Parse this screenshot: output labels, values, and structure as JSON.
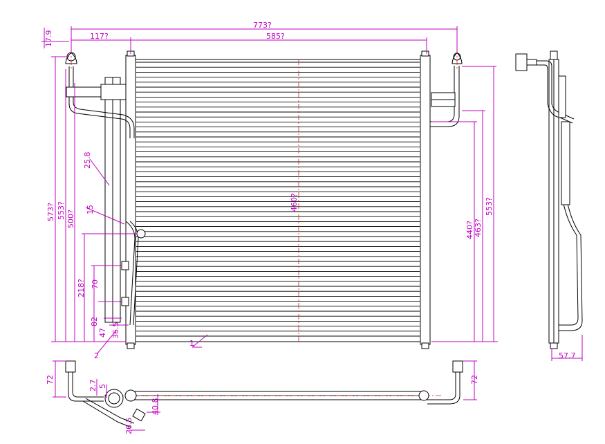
{
  "colors": {
    "dimension": "#c000c0",
    "outline": "#000000",
    "centerline": "#d02020"
  },
  "front_view": {
    "overall_width": "773?",
    "left_offset": "117?",
    "core_width": "585?",
    "overall_height_left": "573?",
    "height_left_2": "553?",
    "height_left_3": "500?",
    "core_height_center": "460?",
    "height_right_1": "440?",
    "height_right_2": "463?",
    "height_right_3": "553?",
    "small_top_left": "17.9",
    "pipe_dim_1": "25.8",
    "pipe_dim_2": "15",
    "dim_218": "218?",
    "dim_70": "70",
    "dim_82": "82",
    "dim_47": "47",
    "dim_36": "36.5",
    "part_label_1": "1",
    "part_label_2": "2"
  },
  "bottom_view": {
    "left_height": "72",
    "right_height": "72",
    "dim_27": "2.7",
    "dim_5": "5",
    "dim_408": "40.8",
    "dim_265": "26.5"
  },
  "side_view": {
    "depth": "57.7"
  }
}
